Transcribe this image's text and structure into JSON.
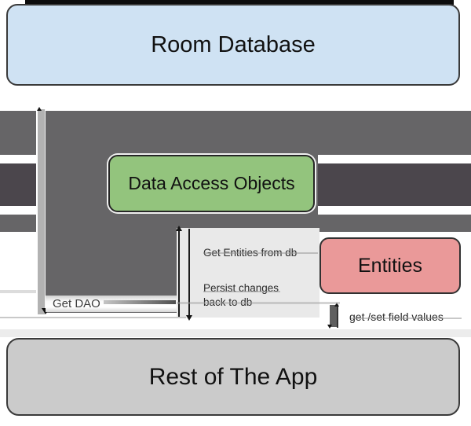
{
  "diagram": {
    "nodes": {
      "room_database": {
        "label": "Room Database",
        "fill": "#cfe2f3"
      },
      "data_access_objects": {
        "label": "Data Access Objects",
        "fill": "#93c47d"
      },
      "entities": {
        "label": "Entities",
        "fill": "#ea9999"
      },
      "rest_of_the_app": {
        "label": "Rest of The App",
        "fill": "#cbcbcb"
      }
    },
    "edges": {
      "get_dao": {
        "label": "Get DAO"
      },
      "get_entities_from_db": {
        "label": "Get Entities from db"
      },
      "persist_changes": {
        "label_line1": "Persist changes",
        "label_line2": "back to db"
      },
      "get_set_field_values": {
        "label": "get /set field values"
      }
    },
    "colors": {
      "arrow_dark_gray": "#666567",
      "arrow_darker_gray": "#4b464c",
      "arrow_light_shaft": "#b2b2b2",
      "panel_gray": "#e9e9e9"
    }
  }
}
